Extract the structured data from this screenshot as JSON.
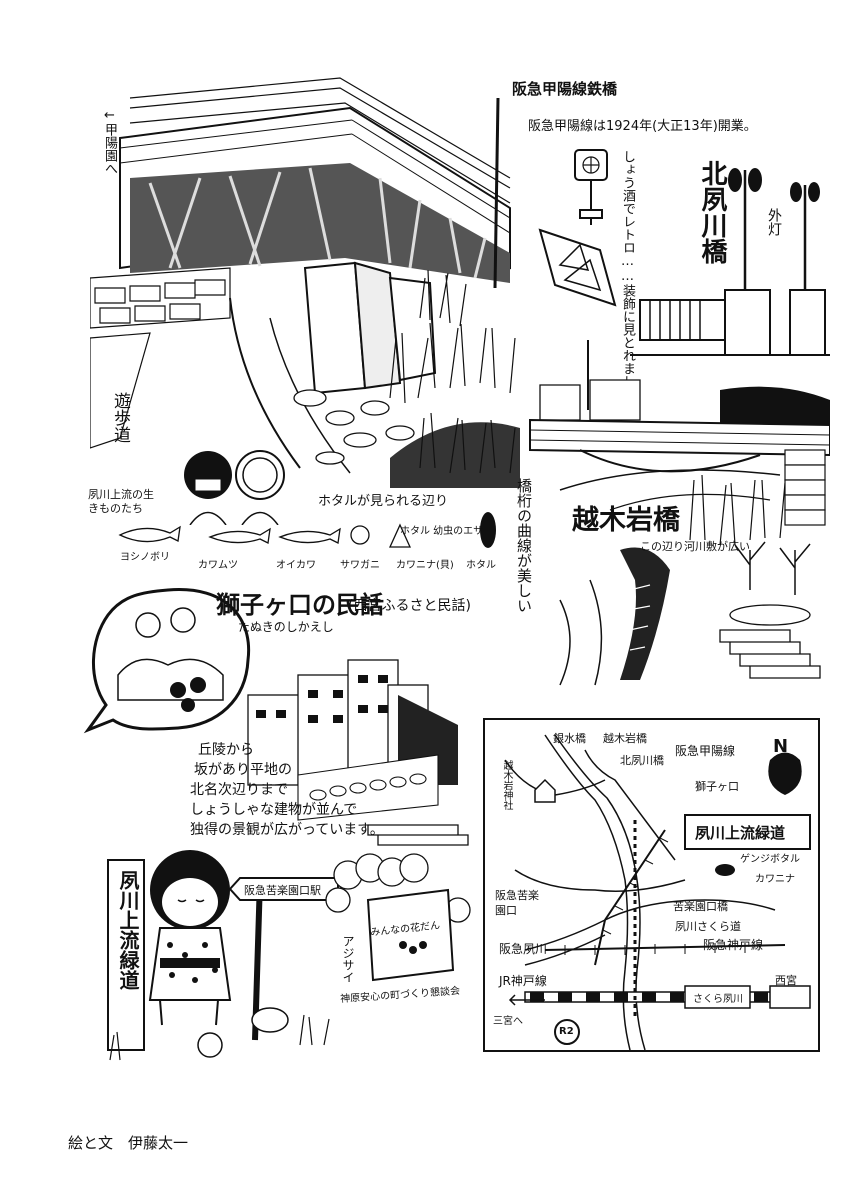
{
  "sections": {
    "bridge": {
      "title": "阪急甲陽線鉄橋",
      "note": "阪急甲陽線は1924年(大正13年)開業。",
      "direction": "←甲陽園へ"
    },
    "kitashukugawa": {
      "title": "北夙川橋",
      "caption": "しょう酒でレトロ……装飾に見とれました。",
      "lamp_label": "外灯"
    },
    "path_label": "遊歩道",
    "firefly_note": "ホタルが見られる辺り",
    "koshiiwa": {
      "title": "越木岩橋",
      "note": "橋桁の曲線が美しい",
      "riverbed": "この辺り河川敷が広い"
    },
    "creatures": {
      "heading": "夙川上流の生きものたち",
      "items": [
        {
          "label": "ヨシノボリ"
        },
        {
          "label": "カワムツ"
        },
        {
          "label": "オイカワ"
        },
        {
          "label": "サワガニ"
        },
        {
          "label": "カワニナ(貝)"
        },
        {
          "label": "ホタル 幼虫のエサ"
        },
        {
          "label": "ホタル"
        }
      ]
    },
    "folktale": {
      "title": "獅子ヶ口の民話",
      "subtitle": "(西宮ふるさと民話)",
      "story": "たぬきのしかえし"
    },
    "hill_note": {
      "lines": [
        "丘陵から",
        "坂があり平地の",
        "北名次辺りまで",
        "しょうしゃな建物が並んで",
        "独得の景観が広がっています。"
      ]
    },
    "sign": {
      "pole": "夙川上流緑道",
      "arrow": "阪急苦楽園口駅"
    },
    "flowerbed": {
      "board": "みんなの花だん",
      "caption": "神原安心の町づくり懇談会",
      "flower": "アジサイ"
    },
    "map": {
      "title": "夙川上流緑道",
      "north": "N",
      "labels": {
        "ginsui": "銀水橋",
        "koshiki": "越木岩橋",
        "kitashuku": "北夙川橋",
        "koyo_line": "阪急甲陽線",
        "shishiguchi": "獅子ヶ口",
        "shrine": "越木岩神社",
        "ginji": "ゲンジボタル",
        "kawanina": "カワニナ",
        "kurakuen_guchi": "苦楽園口橋",
        "sakura_road": "夙川さくら道",
        "kobe_line": "阪急神戸線",
        "kurakuen_station": "阪急苦楽園口",
        "shukugawa_station": "阪急夙川",
        "jr_line": "JR神戸線",
        "sannomiya": "三宮へ",
        "sakura_station": "さくら夙川",
        "nishinomiya": "西宮",
        "route": "R2"
      }
    }
  },
  "credit": "絵と文　伊藤太一"
}
